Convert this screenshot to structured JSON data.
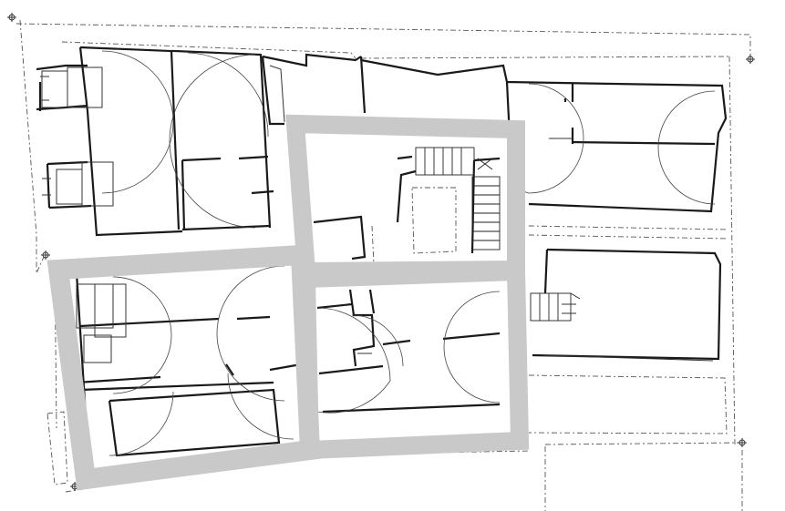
{
  "drawing": {
    "kind": "architectural floor plan",
    "colors": {
      "background": "#ffffff",
      "wall": "#1a1a1a",
      "thin_line": "#333333",
      "dashed_line": "#555555",
      "highlight": "#c8c9c8"
    },
    "highlighted_zones": 3,
    "survey_markers": 5,
    "stairs": 3,
    "door_swings": 12,
    "printed_text": []
  }
}
